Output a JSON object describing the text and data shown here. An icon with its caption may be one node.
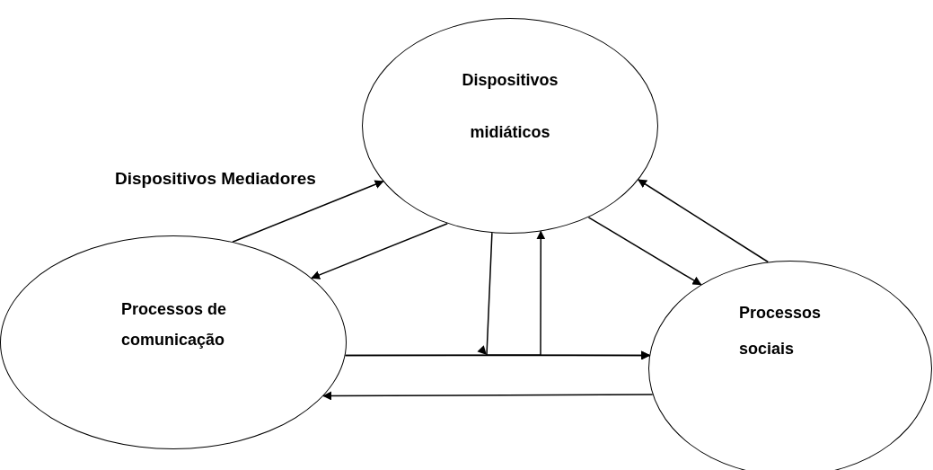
{
  "diagram": {
    "nodes": [
      {
        "text": [
          "Dispositivos midiáticos"
        ]
      },
      {
        "text": [
          "Processos de comunicação"
        ]
      },
      {
        "text": [
          "Processos sociais"
        ]
      }
    ],
    "edges": [
      {
        "from": 1,
        "to": 0,
        "arrow": "to"
      },
      {
        "from": 0,
        "to": 1,
        "arrow": "to"
      },
      {
        "from": 1,
        "to": 2,
        "arrow": "to"
      },
      {
        "from": 0,
        "to": 2,
        "arrow": "to"
      },
      {
        "from": 1,
        "to": 0,
        "arrow": "to"
      },
      {
        "from": 0,
        "to": 2,
        "arrow": "to"
      },
      {
        "from": 2,
        "to": 0,
        "arrow": "to"
      },
      {
        "from": 2,
        "to": 1,
        "arrow": "to"
      }
    ],
    "labels": [
      "Dispositivos Mediadores"
    ]
  }
}
